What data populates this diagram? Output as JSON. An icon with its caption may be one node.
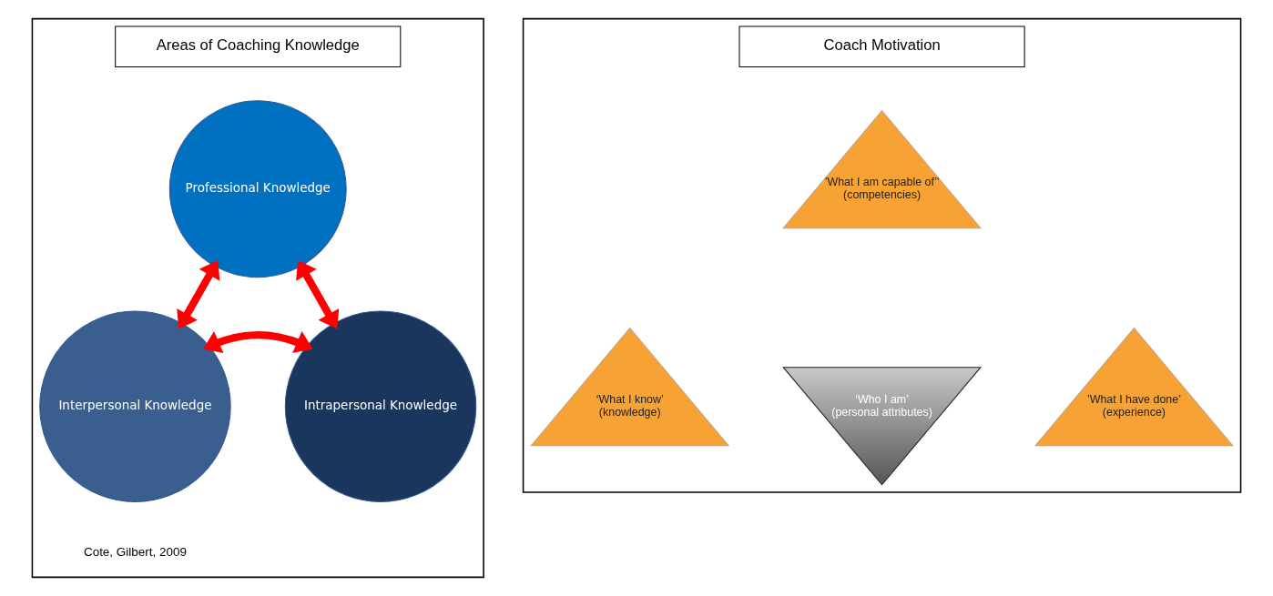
{
  "diagram": {
    "nodes": [
      {
        "text": [],
        "shape": "box"
      },
      {
        "text": [
          "Areas of Coaching Knowledge"
        ],
        "in": 0
      },
      {
        "text": [
          "Professional Knowledge"
        ],
        "in": 0
      },
      {
        "text": [
          "Interpersonal Knowledge"
        ],
        "in": 0
      },
      {
        "text": [
          "Intrapersonal Knowledge"
        ],
        "in": 0
      },
      {
        "text": [],
        "shape": "box"
      },
      {
        "text": [
          "Coach Motivation"
        ],
        "in": 5
      },
      {
        "text": [
          "’What I am capable of’’",
          "(competencies)"
        ],
        "in": 5
      },
      {
        "text": [
          "‘Who I am’",
          "(personal attributes)"
        ],
        "in": 5
      },
      {
        "text": [
          "‘What I know’",
          "(knowledge)"
        ],
        "in": 5
      },
      {
        "text": [
          "’What I have done’",
          "(experience)"
        ],
        "in": 5
      }
    ],
    "edges": [
      {
        "from": 2,
        "to": 3,
        "arrow": "both"
      },
      {
        "from": 2,
        "to": 4,
        "arrow": "both"
      },
      {
        "from": 3,
        "to": 4,
        "arrow": "both"
      }
    ],
    "labels": [
      "Cote, Gilbert, 2009"
    ]
  }
}
